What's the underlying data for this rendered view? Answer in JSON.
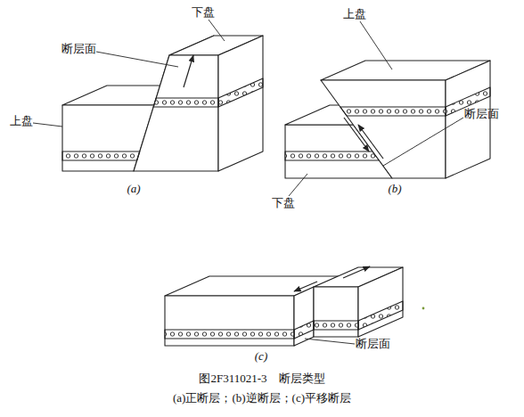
{
  "diagram": {
    "caption": "图2F311021-3　断层类型",
    "labels": [
      "断层面",
      "下盘",
      "上盘",
      "(a)",
      "上盘",
      "断层面",
      "下盘",
      "(b)",
      "(c)",
      "断层面",
      "(a)正断层；(b)逆断层；(c)平移断层"
    ]
  }
}
